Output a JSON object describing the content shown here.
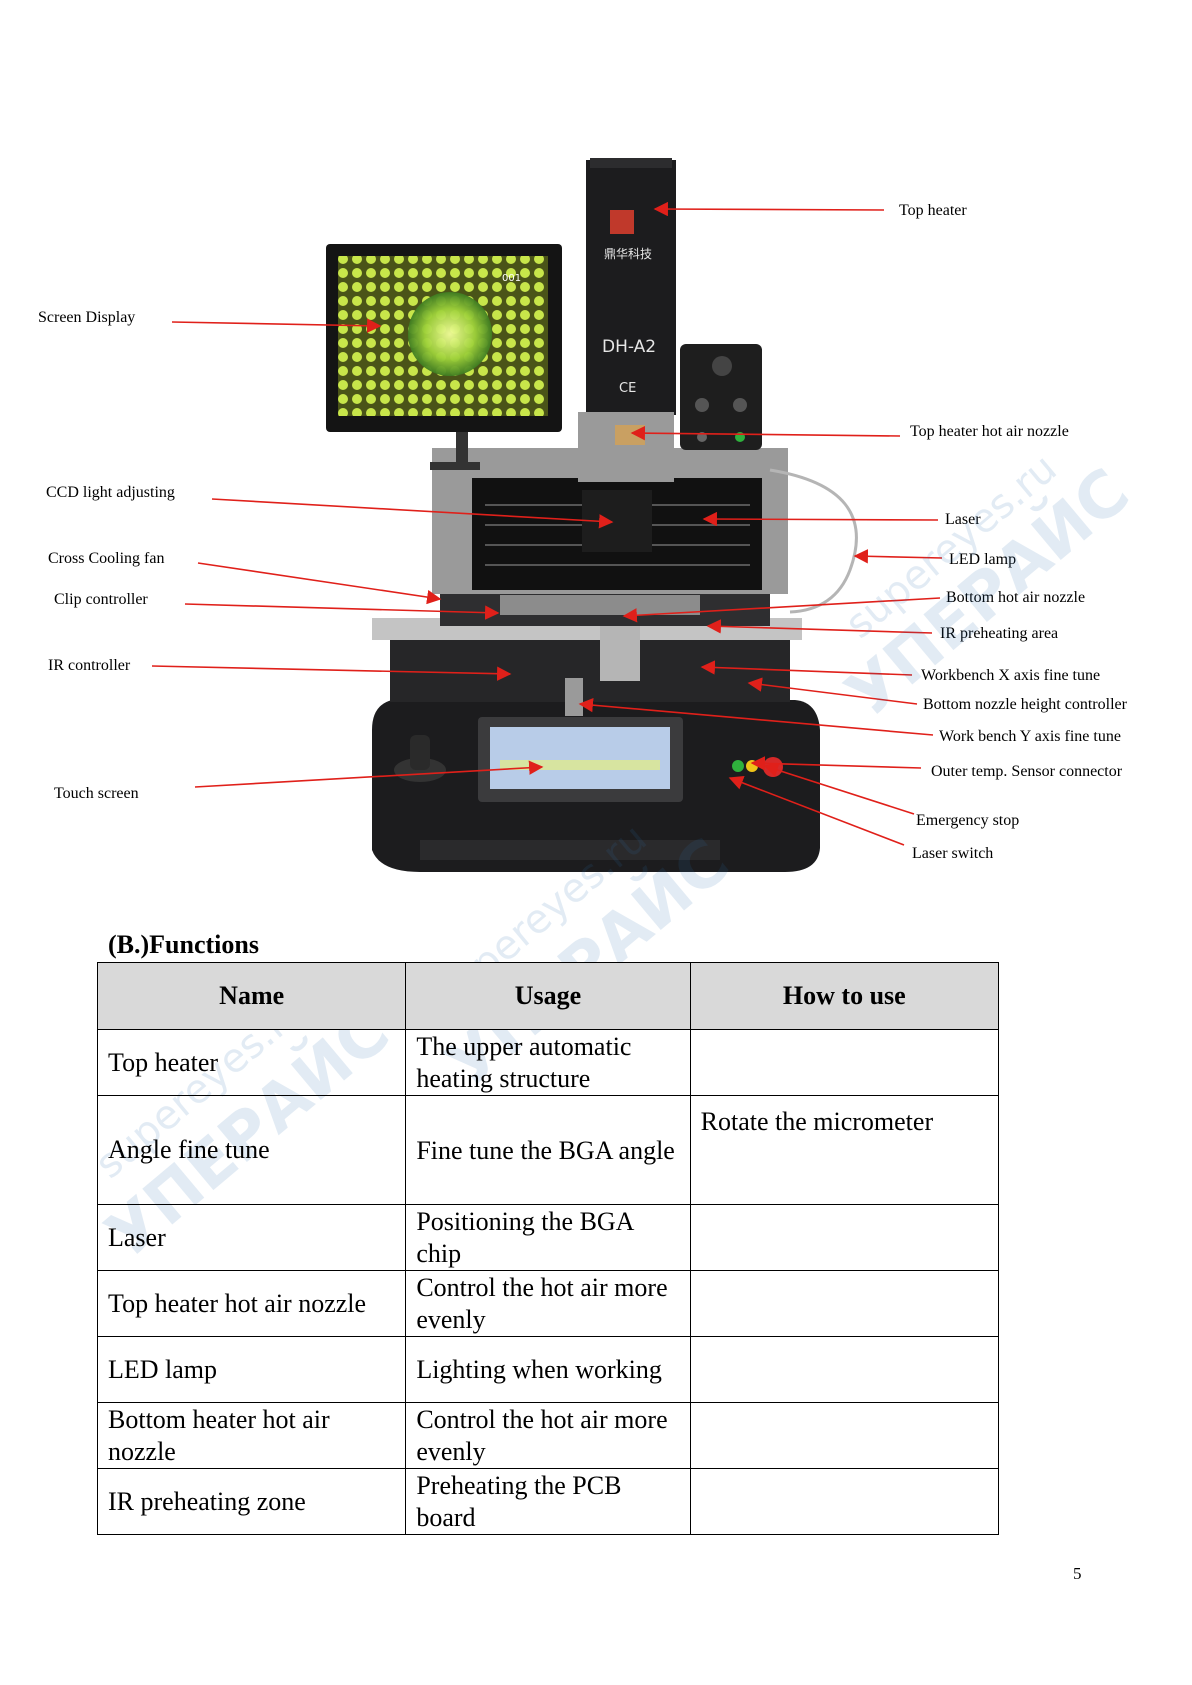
{
  "diagram": {
    "brand": "鼎华科技",
    "model": "DH-A2",
    "ce_mark": "CE",
    "screen_number": "001",
    "labels": {
      "top_heater": "Top heater",
      "screen_display": "Screen Display",
      "top_heater_hot_air_nozzle": "Top heater hot air nozzle",
      "ccd_light_adjusting": "CCD light adjusting",
      "laser": "Laser",
      "cross_cooling_fan": "Cross Cooling fan",
      "led_lamp": "LED lamp",
      "clip_controller": "Clip controller",
      "bottom_hot_air_nozzle": "Bottom hot air nozzle",
      "ir_preheating_area": "IR preheating area",
      "ir_controller": "IR controller",
      "workbench_x_axis_fine_tune": "Workbench X axis fine tune",
      "bottom_nozzle_height_controller": "Bottom nozzle height controller",
      "work_bench_y_axis_fine_tune": "Work bench Y axis fine tune",
      "touch_screen": "Touch screen",
      "outer_temp_sensor_connector": "Outer temp. Sensor connector",
      "emergency_stop": "Emergency stop",
      "laser_switch": "Laser switch"
    },
    "colors": {
      "leader_line": "#e0201a",
      "machine_body": "#1c1c1e",
      "frame": "#9a9a9a",
      "screen_glow": "#c8e64a"
    }
  },
  "functions": {
    "title": "(B.)Functions",
    "headers": {
      "name": "Name",
      "usage": "Usage",
      "how_to_use": "How to use"
    },
    "rows": [
      {
        "name": "Top heater",
        "usage": "The upper automatic heating structure",
        "how_to_use": ""
      },
      {
        "name": "Angle fine tune",
        "usage": "Fine tune the BGA angle",
        "how_to_use": "Rotate the micrometer"
      },
      {
        "name": "Laser",
        "usage": "Positioning the BGA chip",
        "how_to_use": ""
      },
      {
        "name": "Top heater hot air nozzle",
        "usage": "Control the hot air more evenly",
        "how_to_use": ""
      },
      {
        "name": "LED lamp",
        "usage": "Lighting when working",
        "how_to_use": ""
      },
      {
        "name": "Bottom heater hot air nozzle",
        "usage": "Control the hot air more evenly",
        "how_to_use": ""
      },
      {
        "name": "IR preheating zone",
        "usage": "Preheating the PCB board",
        "how_to_use": ""
      }
    ]
  },
  "page_number": "5",
  "watermark": {
    "latin": "supereyes.ru",
    "cyrillic": "УПЕРАЙС"
  }
}
